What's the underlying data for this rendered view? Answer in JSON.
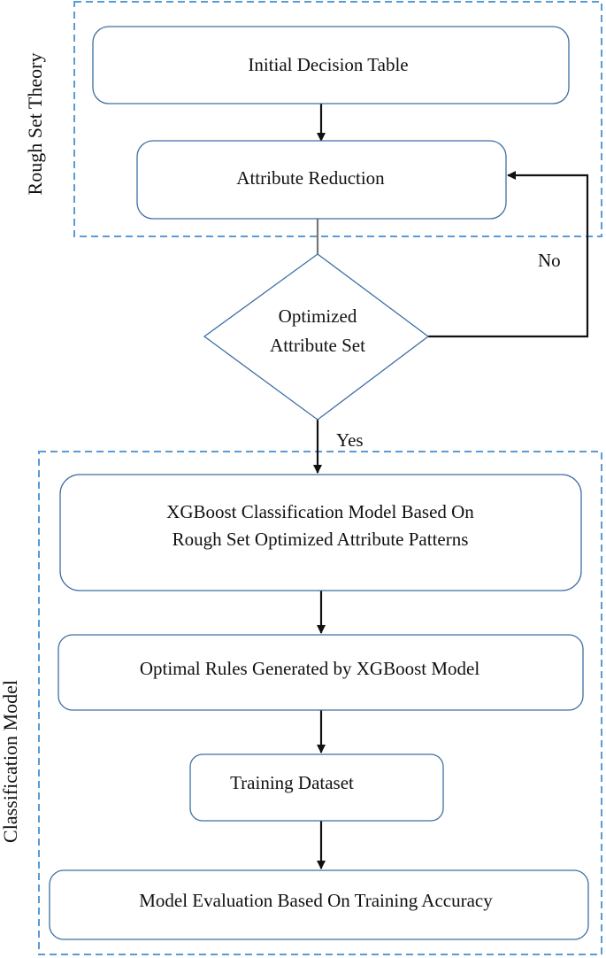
{
  "regions": {
    "rough_set": {
      "label": "Rough Set Theory"
    },
    "classification": {
      "label": "Classification Model"
    }
  },
  "nodes": {
    "initial_table": {
      "label": "Initial Decision Table"
    },
    "attribute_reduction": {
      "label": "Attribute Reduction"
    },
    "decision": {
      "line1": "Optimized",
      "line2": "Attribute Set"
    },
    "xgboost_model": {
      "line1": "XGBoost Classification Model Based On",
      "line2": "Rough Set Optimized Attribute Patterns"
    },
    "optimal_rules": {
      "label": "Optimal Rules Generated by XGBoost Model"
    },
    "training_dataset": {
      "label": "Training Dataset"
    },
    "evaluation": {
      "label": "Model Evaluation Based On Training Accuracy"
    }
  },
  "edges": {
    "no_label": "No",
    "yes_label": "Yes"
  },
  "colors": {
    "box_border": "#3d6fa3",
    "region_border": "#5b9bd5",
    "arrow": "#111111"
  }
}
